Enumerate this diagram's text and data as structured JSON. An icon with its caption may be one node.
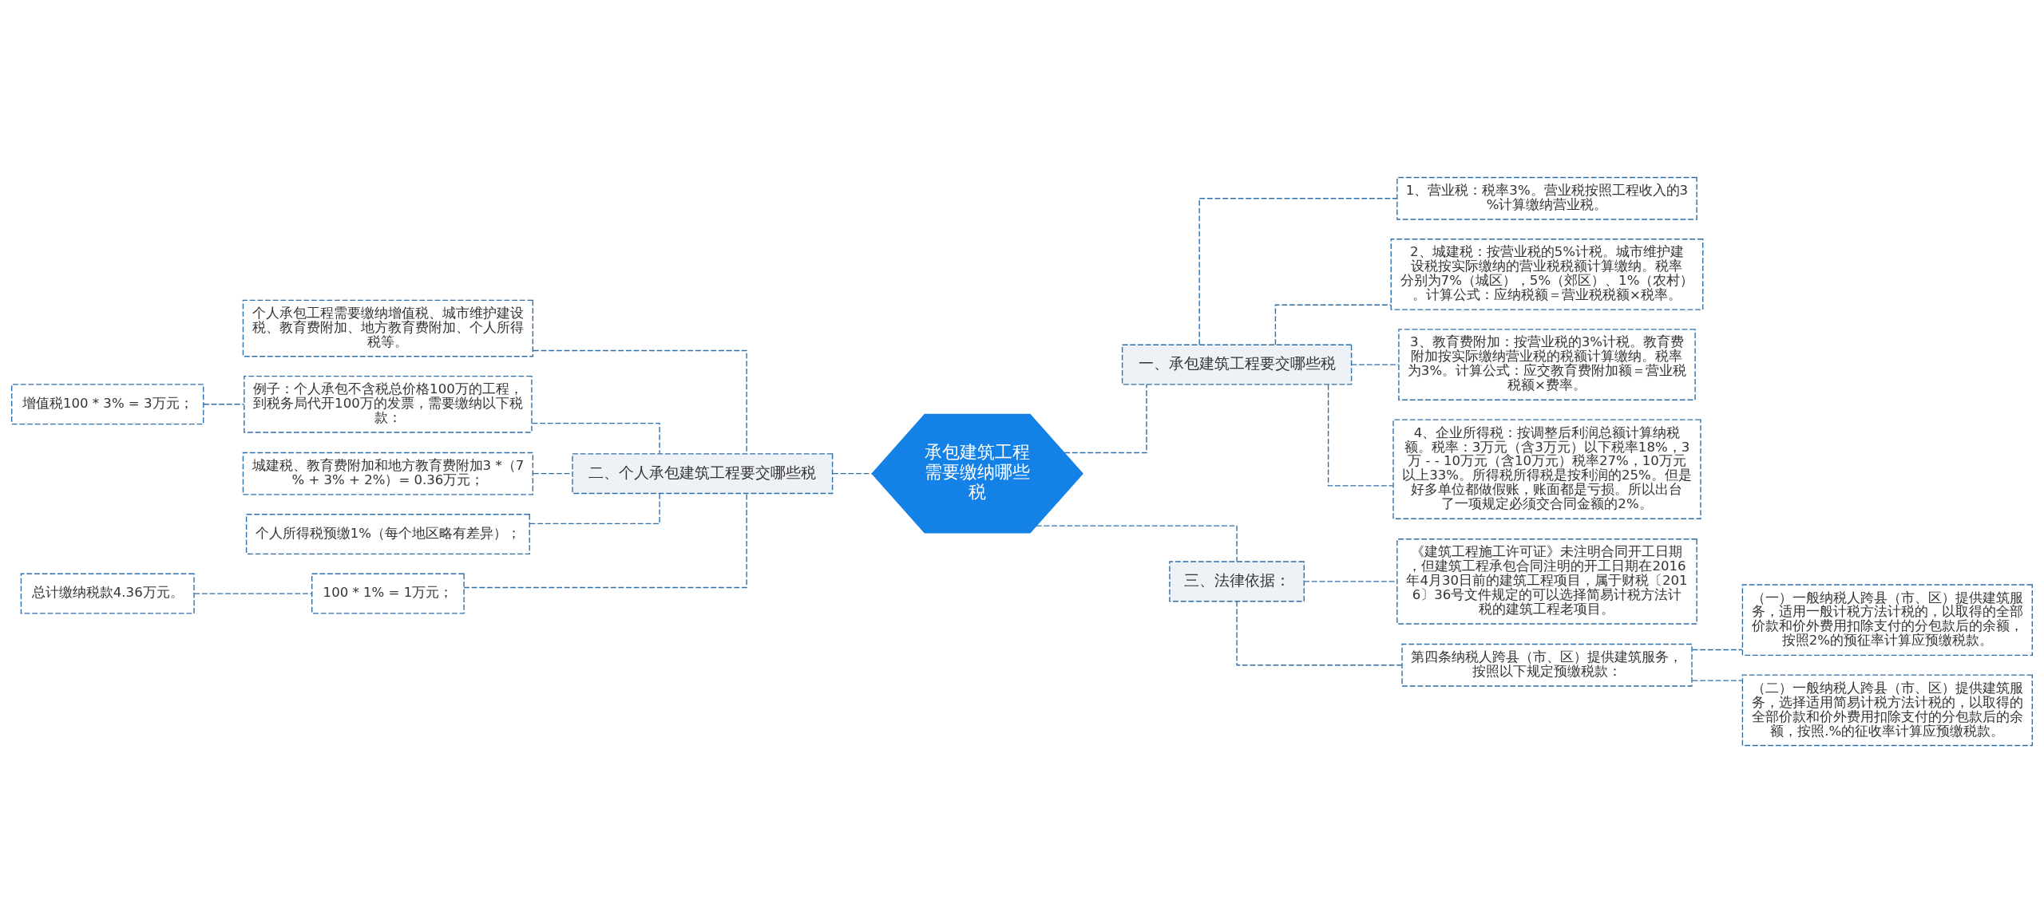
{
  "diagram": {
    "nodes": [
      {
        "text": [
          "承包建筑工程需要缴纳哪些税"
        ]
      },
      {
        "text": [
          "一、承包建筑工程要交哪些税"
        ]
      },
      {
        "text": [
          "1、营业税：税率3%。营业税按照工程收入的3%计算缴纳营业税。"
        ]
      },
      {
        "text": [
          "2、城建税：按营业税的5%计税。城市维护建设税按实际缴纳的营业税税额计算缴纳。税率分别为7%（城区），5%（郊区）、1%（农村）。计算公式：应纳税额＝营业税税额×税率。"
        ]
      },
      {
        "text": [
          "3、教育费附加：按营业税的3%计税。教育费附加按实际缴纳营业税的税额计算缴纳。税率为3%。计算公式：应交教育费附加额＝营业税税额×费率。"
        ]
      },
      {
        "text": [
          "4、企业所得税：按调整后利润总额计算纳税额。税率：3万元（含3万元）以下税率18%，3万 - - 10万元（含10万元）税率27%，10万元以上33%。所得税所得税是按利润的25%。但是好多单位都做假账，账面都是亏损。所以出台了一项规定必须交合同金额的2%。"
        ]
      },
      {
        "text": [
          "二、个人承包建筑工程要交哪些税"
        ]
      },
      {
        "text": [
          "个人承包工程需要缴纳增值税、城市维护建设税、教育费附加、地方教育费附加、个人所得税等。"
        ]
      },
      {
        "text": [
          "例子：个人承包不含税总价格100万的工程，到税务局代开100万的发票，需要缴纳以下税款："
        ]
      },
      {
        "text": [
          "增值税100 * 3% = 3万元；"
        ]
      },
      {
        "text": [
          "城建税、教育费附加和地方教育费附加3 *（7% + 3% + 2%）= 0.36万元；"
        ]
      },
      {
        "text": [
          "个人所得税预缴1%（每个地区略有差异）；"
        ]
      },
      {
        "text": [
          "100 * 1% = 1万元；"
        ]
      },
      {
        "text": [
          "总计缴纳税款4.36万元。"
        ]
      },
      {
        "text": [
          "三、法律依据："
        ]
      },
      {
        "text": [
          "《建筑工程施工许可证》未注明合同开工日期，但建筑工程承包合同注明的开工日期在2016年4月30日前的建筑工程项目，属于财税〔2016〕36号文件规定的可以选择简易计税方法计税的建筑工程老项目。"
        ]
      },
      {
        "text": [
          "第四条纳税人跨县（市、区）提供建筑服务，按照以下规定预缴税款："
        ]
      },
      {
        "text": [
          "（一）一般纳税人跨县（市、区）提供建筑服务，适用一般计税方法计税的，以取得的全部价款和价外费用扣除支付的分包款后的余额，按照2%的预征率计算应预缴税款。"
        ]
      },
      {
        "text": [
          "（二）一般纳税人跨县（市、区）提供建筑服务，选择适用简易计税方法计税的，以取得的全部价款和价外费用扣除支付的分包款后的余额，按照.%的征收率计算应预缴税款。"
        ]
      }
    ],
    "edges": [
      {
        "from": 0,
        "to": 1,
        "arrow": "none",
        "style": "dashed"
      },
      {
        "from": 1,
        "to": 2,
        "arrow": "none",
        "style": "dashed"
      },
      {
        "from": 1,
        "to": 3,
        "arrow": "none",
        "style": "dashed"
      },
      {
        "from": 1,
        "to": 4,
        "arrow": "none",
        "style": "dashed"
      },
      {
        "from": 1,
        "to": 5,
        "arrow": "none",
        "style": "dashed"
      },
      {
        "from": 0,
        "to": 6,
        "arrow": "none",
        "style": "dashed"
      },
      {
        "from": 6,
        "to": 7,
        "arrow": "none",
        "style": "dashed"
      },
      {
        "from": 6,
        "to": 8,
        "arrow": "none",
        "style": "dashed"
      },
      {
        "from": 8,
        "to": 9,
        "arrow": "none",
        "style": "dashed"
      },
      {
        "from": 6,
        "to": 10,
        "arrow": "none",
        "style": "dashed"
      },
      {
        "from": 6,
        "to": 11,
        "arrow": "none",
        "style": "dashed"
      },
      {
        "from": 6,
        "to": 12,
        "arrow": "none",
        "style": "dashed"
      },
      {
        "from": 12,
        "to": 13,
        "arrow": "none",
        "style": "dashed"
      },
      {
        "from": 0,
        "to": 14,
        "arrow": "none",
        "style": "dashed"
      },
      {
        "from": 14,
        "to": 15,
        "arrow": "none",
        "style": "dashed"
      },
      {
        "from": 14,
        "to": 16,
        "arrow": "none",
        "style": "dashed"
      },
      {
        "from": 16,
        "to": 17,
        "arrow": "none",
        "style": "dashed"
      },
      {
        "from": 16,
        "to": 18,
        "arrow": "none",
        "style": "dashed"
      }
    ]
  }
}
